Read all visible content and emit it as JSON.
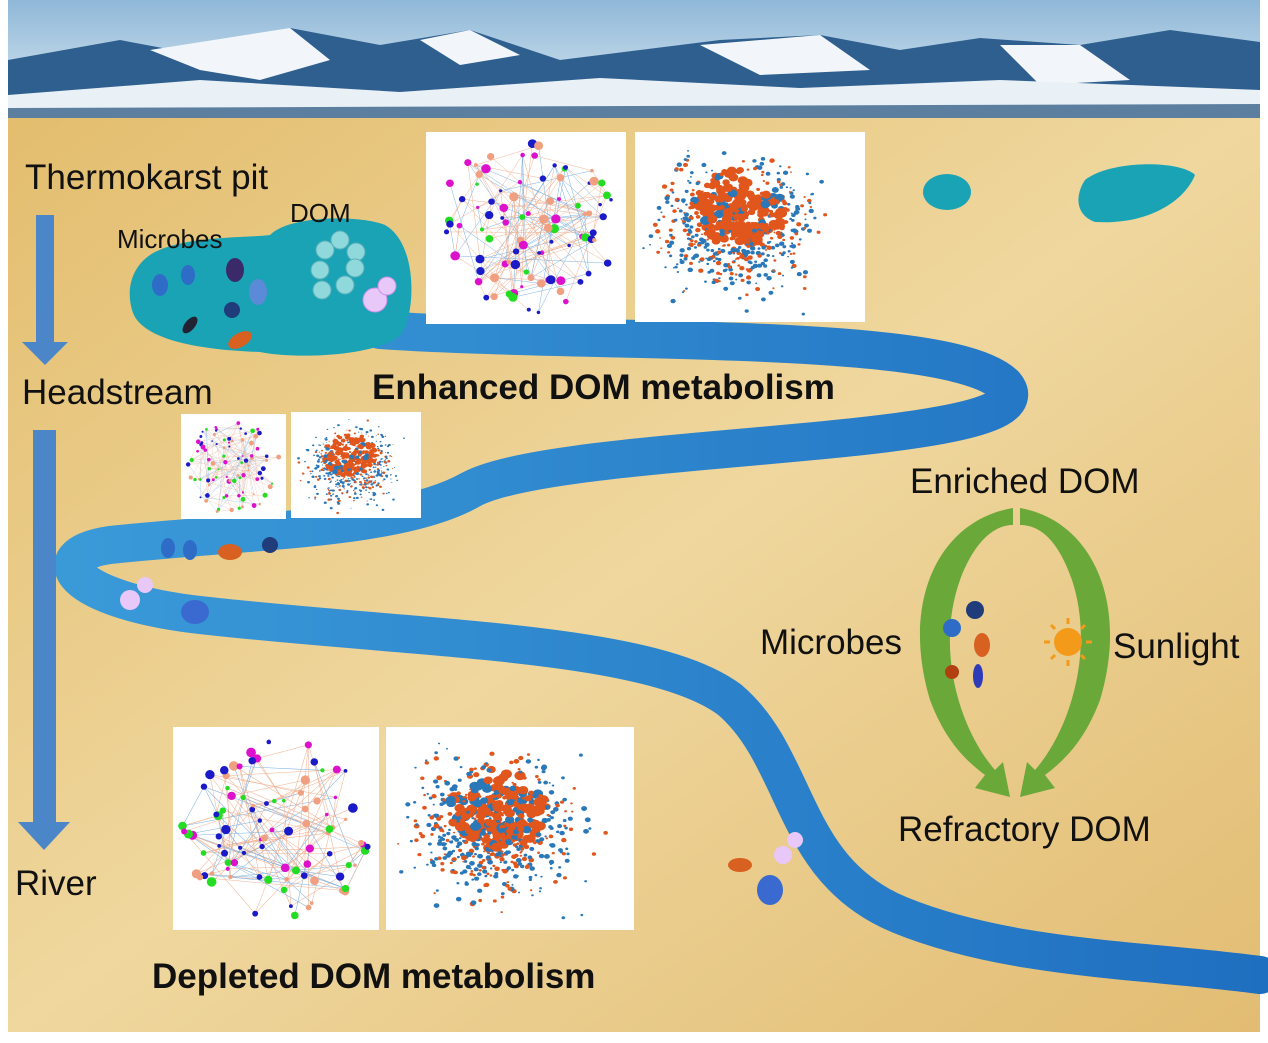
{
  "labels": {
    "thermokarst_pit": "Thermokarst pit",
    "headstream": "Headstream",
    "river": "River",
    "pit_microbes": "Microbes",
    "pit_dom": "DOM",
    "enhanced": "Enhanced DOM metabolism",
    "depleted": "Depleted DOM metabolism",
    "enriched_dom": "Enriched DOM",
    "cycle_microbes": "Microbes",
    "sunlight": "Sunlight",
    "refractory_dom": "Refractory DOM"
  },
  "colors": {
    "sand": "#e6c27a",
    "water": "#2f8fd0",
    "pit_water": "#1aa3b5",
    "arrow_blue": "#4a86c8",
    "cycle_green": "#6aa83a",
    "network_blue": "#1a1ac8",
    "network_green": "#22dd22",
    "network_magenta": "#dd11cc",
    "scatter_orange": "#e0561c",
    "scatter_blue": "#2a78b8"
  }
}
